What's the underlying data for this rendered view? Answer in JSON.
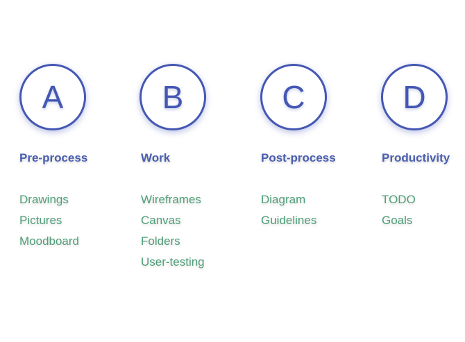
{
  "columns": [
    {
      "letter": "A",
      "heading": "Pre-process",
      "items": [
        "Drawings",
        "Pictures",
        "Moodboard"
      ]
    },
    {
      "letter": "B",
      "heading": "Work",
      "items": [
        "Wireframes",
        "Canvas",
        "Folders",
        "User-testing"
      ]
    },
    {
      "letter": "C",
      "heading": "Post-process",
      "items": [
        "Diagram",
        "Guidelines"
      ]
    },
    {
      "letter": "D",
      "heading": "Productivity",
      "items": [
        "TODO",
        "Goals"
      ]
    }
  ],
  "colors": {
    "circle": "#4457b3",
    "heading": "#4a5fb0",
    "item": "#4f9e79"
  }
}
